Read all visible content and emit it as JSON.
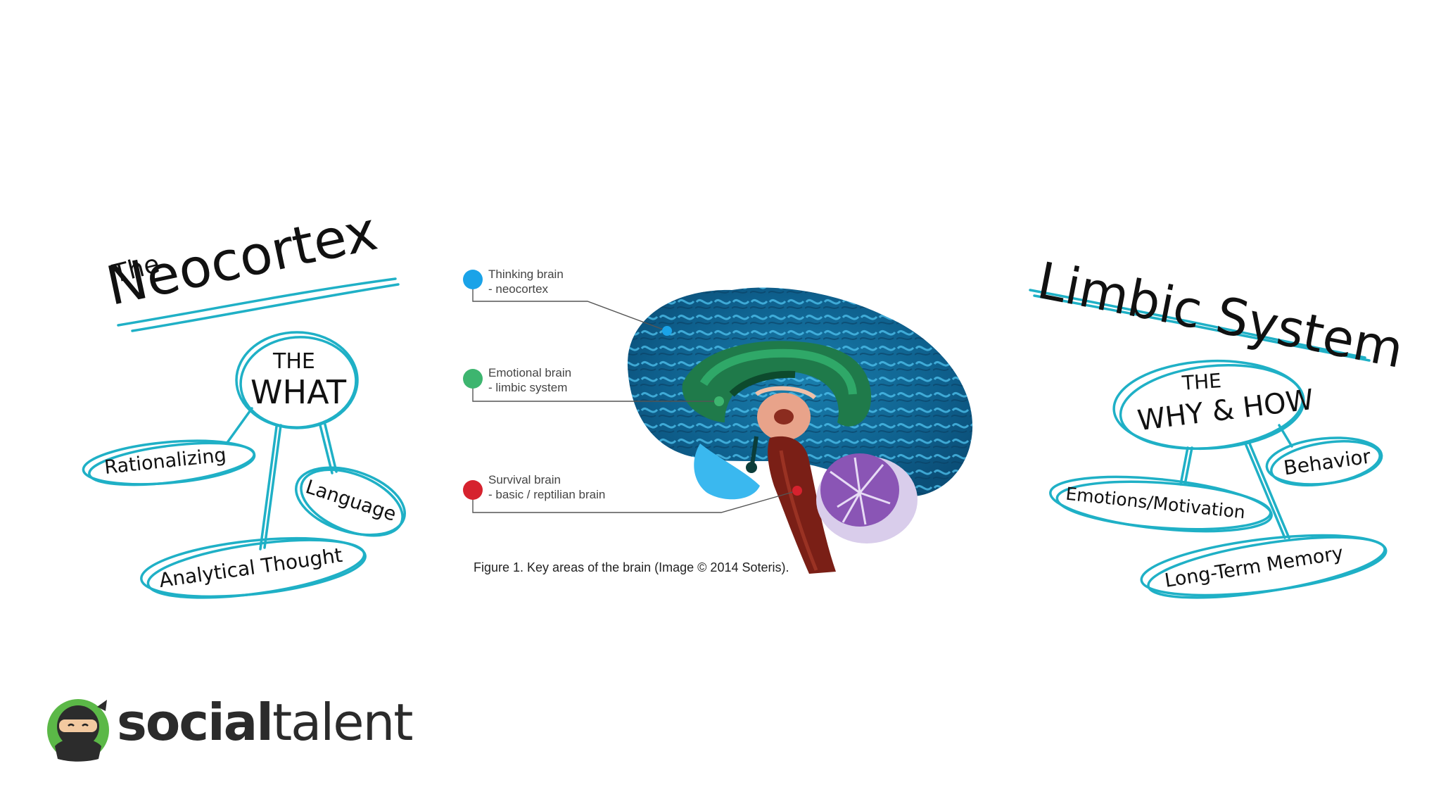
{
  "left_panel": {
    "title_small": "The",
    "title_main": "Neocortex",
    "hub_line1": "THE",
    "hub_line2": "WHAT",
    "items": [
      "Rationalizing",
      "Language",
      "Analytical Thought"
    ]
  },
  "right_panel": {
    "title_main": "Limbic System",
    "hub_line1": "THE",
    "hub_line2": "WHY & HOW",
    "items": [
      "Behavior",
      "Emotions/Motivation",
      "Long-Term Memory"
    ]
  },
  "brain_figure": {
    "legend": [
      {
        "line1": "Thinking brain",
        "line2": "- neocortex",
        "color": "#1aa3e8"
      },
      {
        "line1": "Emotional brain",
        "line2": "- limbic system",
        "color": "#3db56f"
      },
      {
        "line1": "Survival brain",
        "line2": "- basic / reptilian brain",
        "color": "#d6222e"
      }
    ],
    "caption": "Figure 1. Key areas of the brain (Image © 2014 Soteris)."
  },
  "logo": {
    "part1": "social",
    "part2": "talent",
    "accent": "#5bb847"
  },
  "colors": {
    "sketch_stroke": "#1fb0c6"
  }
}
